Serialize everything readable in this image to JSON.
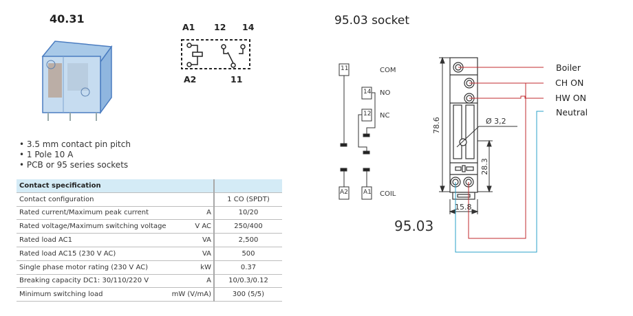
{
  "relay": {
    "model": "40.31",
    "features": [
      "3.5 mm contact pin pitch",
      "1 Pole 10 A",
      "PCB or 95 series sockets"
    ],
    "schematic_pins": {
      "top": [
        "A1",
        "12",
        "14"
      ],
      "bottom": [
        "A2",
        "11"
      ]
    }
  },
  "spec_table": {
    "header": "Contact specification",
    "rows": [
      {
        "label": "Contact configuration",
        "unit": "",
        "value": "1 CO (SPDT)"
      },
      {
        "label": "Rated current/Maximum peak current",
        "unit": "A",
        "value": "10/20"
      },
      {
        "label": "Rated voltage/Maximum switching voltage",
        "unit": "V AC",
        "value": "250/400"
      },
      {
        "label": "Rated load AC1",
        "unit": "VA",
        "value": "2,500"
      },
      {
        "label": "Rated load AC15 (230 V AC)",
        "unit": "VA",
        "value": "500"
      },
      {
        "label": "Single phase motor rating (230 V AC)",
        "unit": "kW",
        "value": "0.37"
      },
      {
        "label": "Breaking capacity DC1: 30/110/220 V",
        "unit": "A",
        "value": "10/0.3/0.12"
      },
      {
        "label": "Minimum switching load",
        "unit": "mW (V/mA)",
        "value": "300 (5/5)"
      }
    ]
  },
  "socket": {
    "title": "95.03 socket",
    "model": "95.03",
    "terminals": [
      {
        "id": "11",
        "label": "COM"
      },
      {
        "id": "14",
        "label": "NO"
      },
      {
        "id": "12",
        "label": "NC"
      },
      {
        "id": "A2",
        "label": ""
      },
      {
        "id": "A1",
        "label": "COIL"
      }
    ],
    "dimensions": {
      "height": "78.6",
      "hole": "Ø 3,2",
      "lower": "28.3",
      "width": "15.8"
    },
    "wires": [
      {
        "label": "Boiler",
        "color": "#c0282d"
      },
      {
        "label": "CH ON",
        "color": "#c0282d"
      },
      {
        "label": "HW ON",
        "color": "#c0282d"
      },
      {
        "label": "Neutral",
        "color": "#2aa0c8"
      }
    ]
  }
}
